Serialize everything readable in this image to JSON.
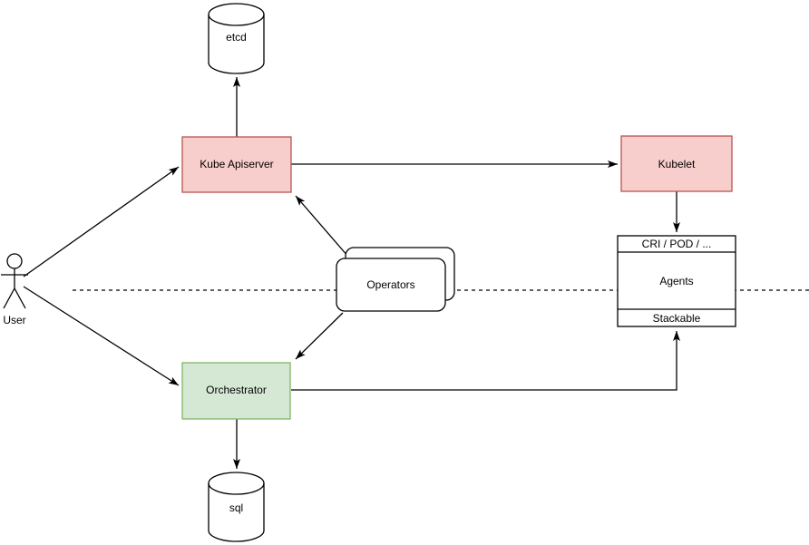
{
  "canvas": {
    "width": "892",
    "height": "601",
    "background": "#ffffff"
  },
  "colors": {
    "pink_fill": "#f8cecc",
    "pink_stroke": "#b85450",
    "green_fill": "#d5e8d4",
    "green_stroke": "#82b366",
    "plain_fill": "#ffffff",
    "line": "#000000"
  },
  "nodes": {
    "user": {
      "label": "User"
    },
    "etcd": {
      "label": "etcd"
    },
    "kube_apiserver": {
      "label": "Kube Apiserver",
      "fill": "#f8cecc",
      "stroke": "#b85450"
    },
    "kubelet": {
      "label": "Kubelet",
      "fill": "#f8cecc",
      "stroke": "#b85450"
    },
    "operators": {
      "label": "Operators",
      "fill": "#ffffff",
      "stroke": "#000000"
    },
    "orchestrator": {
      "label": "Orchestrator",
      "fill": "#d5e8d4",
      "stroke": "#82b366"
    },
    "sql": {
      "label": "sql"
    },
    "agents_stack": {
      "header": "CRI / POD / ...",
      "label": "Agents",
      "footer": "Stackable",
      "fill": "#ffffff",
      "stroke": "#000000"
    }
  },
  "edges": [
    {
      "from": "User",
      "to": "Kube Apiserver",
      "arrow": "to"
    },
    {
      "from": "User",
      "to": "Orchestrator",
      "arrow": "to"
    },
    {
      "from": "Kube Apiserver",
      "to": "etcd",
      "arrow": "to"
    },
    {
      "from": "Kube Apiserver",
      "to": "Kubelet",
      "arrow": "to"
    },
    {
      "from": "Operators",
      "to": "Kube Apiserver",
      "arrow": "to"
    },
    {
      "from": "Operators",
      "to": "Orchestrator",
      "arrow": "to"
    },
    {
      "from": "Kubelet",
      "to": "CRI / POD / ...",
      "arrow": "to"
    },
    {
      "from": "Orchestrator",
      "to": "sql",
      "arrow": "to"
    },
    {
      "from": "Orchestrator",
      "to": "Stackable",
      "arrow": "to"
    }
  ],
  "separator": {
    "style": "dashed",
    "orientation": "horizontal"
  }
}
